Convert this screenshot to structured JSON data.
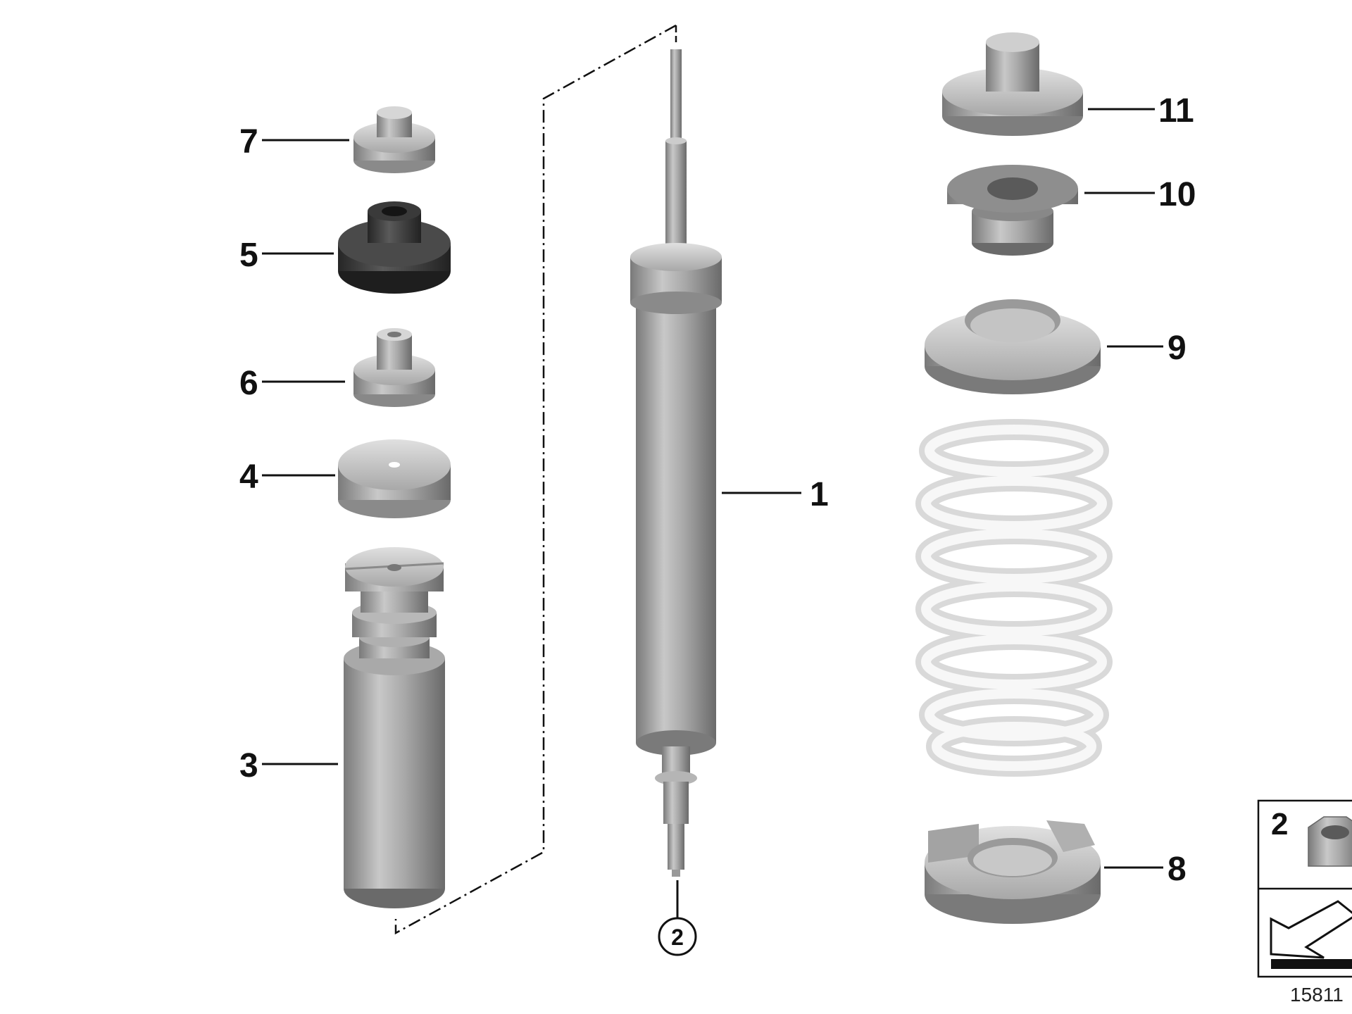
{
  "callouts": {
    "c1": "1",
    "c3": "3",
    "c4": "4",
    "c5": "5",
    "c6": "6",
    "c7": "7",
    "c8": "8",
    "c9": "9",
    "c10": "10",
    "c11": "11"
  },
  "reference_circle": "2",
  "inset": {
    "label": "2"
  },
  "diagram_id": "15811",
  "colors": {
    "metal_light": "#c4c4c4",
    "metal_mid": "#9a9a9a",
    "metal_dark": "#6e6e6e",
    "rubber_dark": "#3a3a3a",
    "spring": "#ececec",
    "line": "#111111"
  }
}
